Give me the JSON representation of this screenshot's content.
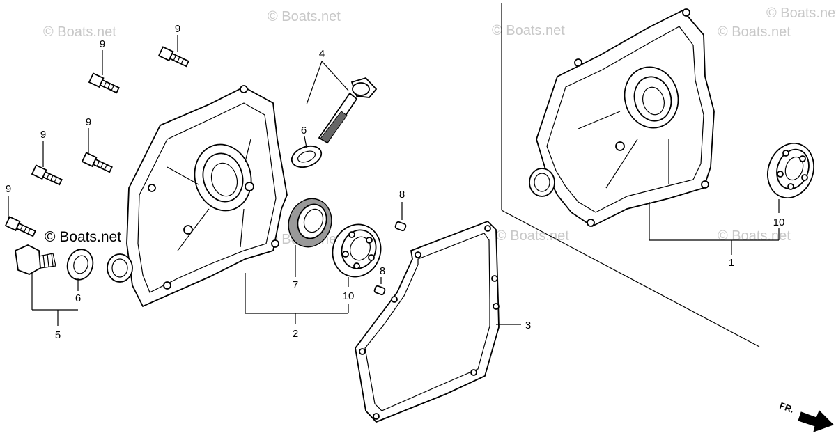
{
  "watermarks": [
    "© Boats.net",
    "© Boats.net",
    "© Boats.net",
    "© Boats.net",
    "© Boats.net",
    "© Boats.net",
    "© Boats.net",
    "© Boats.net",
    "© Boats.net"
  ],
  "callouts": {
    "c1": "1",
    "c2": "2",
    "c3": "3",
    "c4": "4",
    "c5": "5",
    "c6a": "6",
    "c6b": "6",
    "c7": "7",
    "c8a": "8",
    "c8b": "8",
    "c9a": "9",
    "c9b": "9",
    "c9c": "9",
    "c9d": "9",
    "c9e": "9",
    "c10a": "10",
    "c10b": "10"
  },
  "direction_label": "FR.",
  "colors": {
    "line": "#000000",
    "watermark": "#c8c8c8",
    "background": "#ffffff"
  }
}
